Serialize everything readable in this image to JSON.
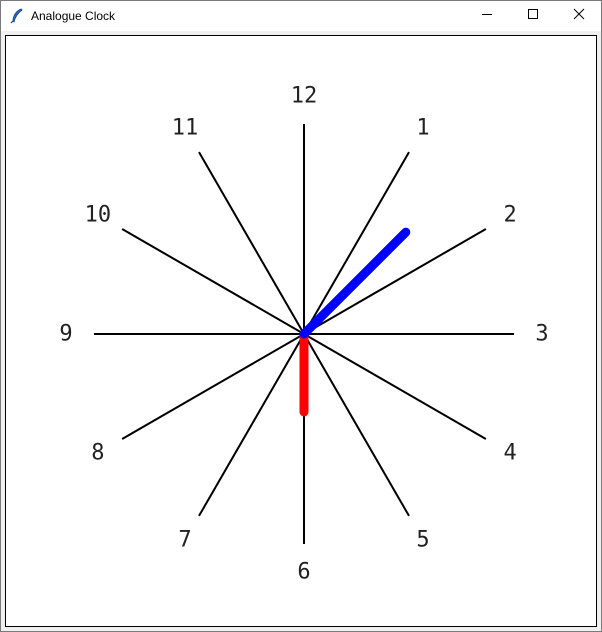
{
  "window": {
    "title": "Analogue Clock",
    "controls": {
      "minimize": "minimize-icon",
      "maximize": "maximize-icon",
      "close": "close-icon"
    }
  },
  "clock": {
    "numbers": [
      "12",
      "1",
      "2",
      "3",
      "4",
      "5",
      "6",
      "7",
      "8",
      "9",
      "10",
      "11"
    ],
    "time": {
      "hour": 1,
      "minute": 30
    },
    "colors": {
      "background": "#ffffff",
      "spokes": "#000000",
      "hour_hand": "#0000ff",
      "minute_hand": "#ff0000",
      "numerals": "#222222"
    }
  }
}
